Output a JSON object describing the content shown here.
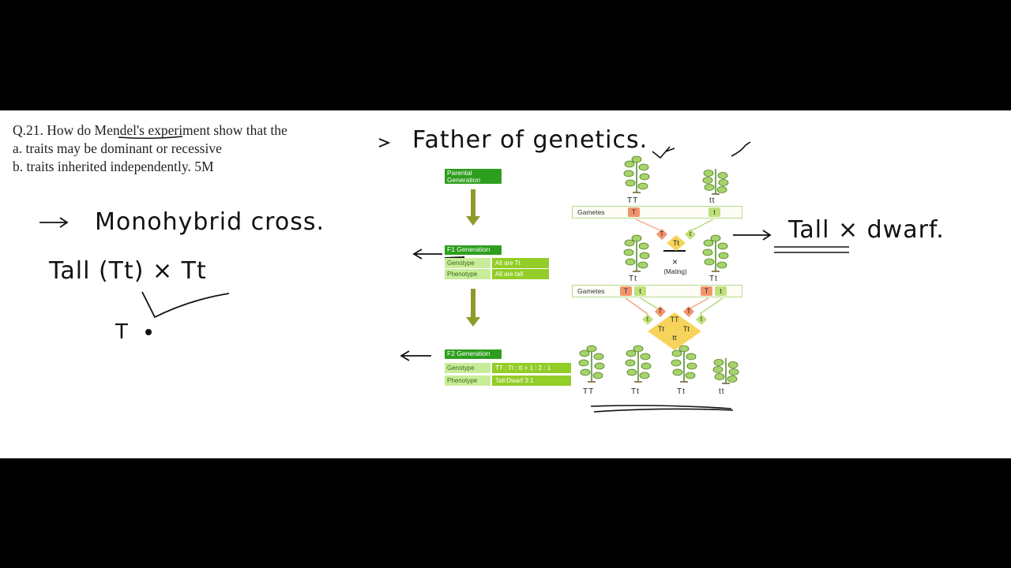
{
  "question": {
    "line1": "Q.21. How do Mendel's experiment show that the",
    "line2": "a. traits may be dominant or recessive",
    "line3": "b. traits inherited independently. 5M"
  },
  "handwriting": {
    "father": "Father of genetics.",
    "monohybrid": "Monohybrid cross.",
    "tall_cross": "Tall (Tt) × Tt",
    "t_label": "T",
    "tall_dwarf": "Tall × dwarf."
  },
  "diagram": {
    "parental_label": "Parental Generation",
    "f1_label": "F1 Generation",
    "f1_genotype_key": "Genotype",
    "f1_genotype_val": "All are Tt",
    "f1_phenotype_key": "Phenotype",
    "f1_phenotype_val": "All are tall",
    "f2_label": "F2 Generation",
    "f2_genotype_key": "Genotype",
    "f2_genotype_val": "TT : Tt : tt = 1 : 2 : 1",
    "f2_phenotype_key": "Phenotype",
    "f2_phenotype_val": "Tall:Dwarf 3:1",
    "gametes_label": "Gametes",
    "p_left": "TT",
    "p_right": "tt",
    "f1_left": "Tt",
    "f1_right": "Tt",
    "cross_symbol": "×",
    "mating": "(Mating)",
    "f2_plants": [
      "TT",
      "Tt",
      "Tt",
      "tt"
    ],
    "gamete_T": "T",
    "gamete_t": "t",
    "f1_diamond": "Tt",
    "f2_diamond_row1": "Tt",
    "f2_diamond_row2": "Tt",
    "f2_diamond_top_right": "T",
    "f2_diamond_tt": "tt",
    "f2_diamond_TT": "TT"
  },
  "colors": {
    "green_box": "#2e9e1f",
    "arrow": "#8f9a2a",
    "gamete_T": "#f2946b",
    "gamete_t": "#bfe079",
    "diamond_yellow": "#f6d45b"
  }
}
